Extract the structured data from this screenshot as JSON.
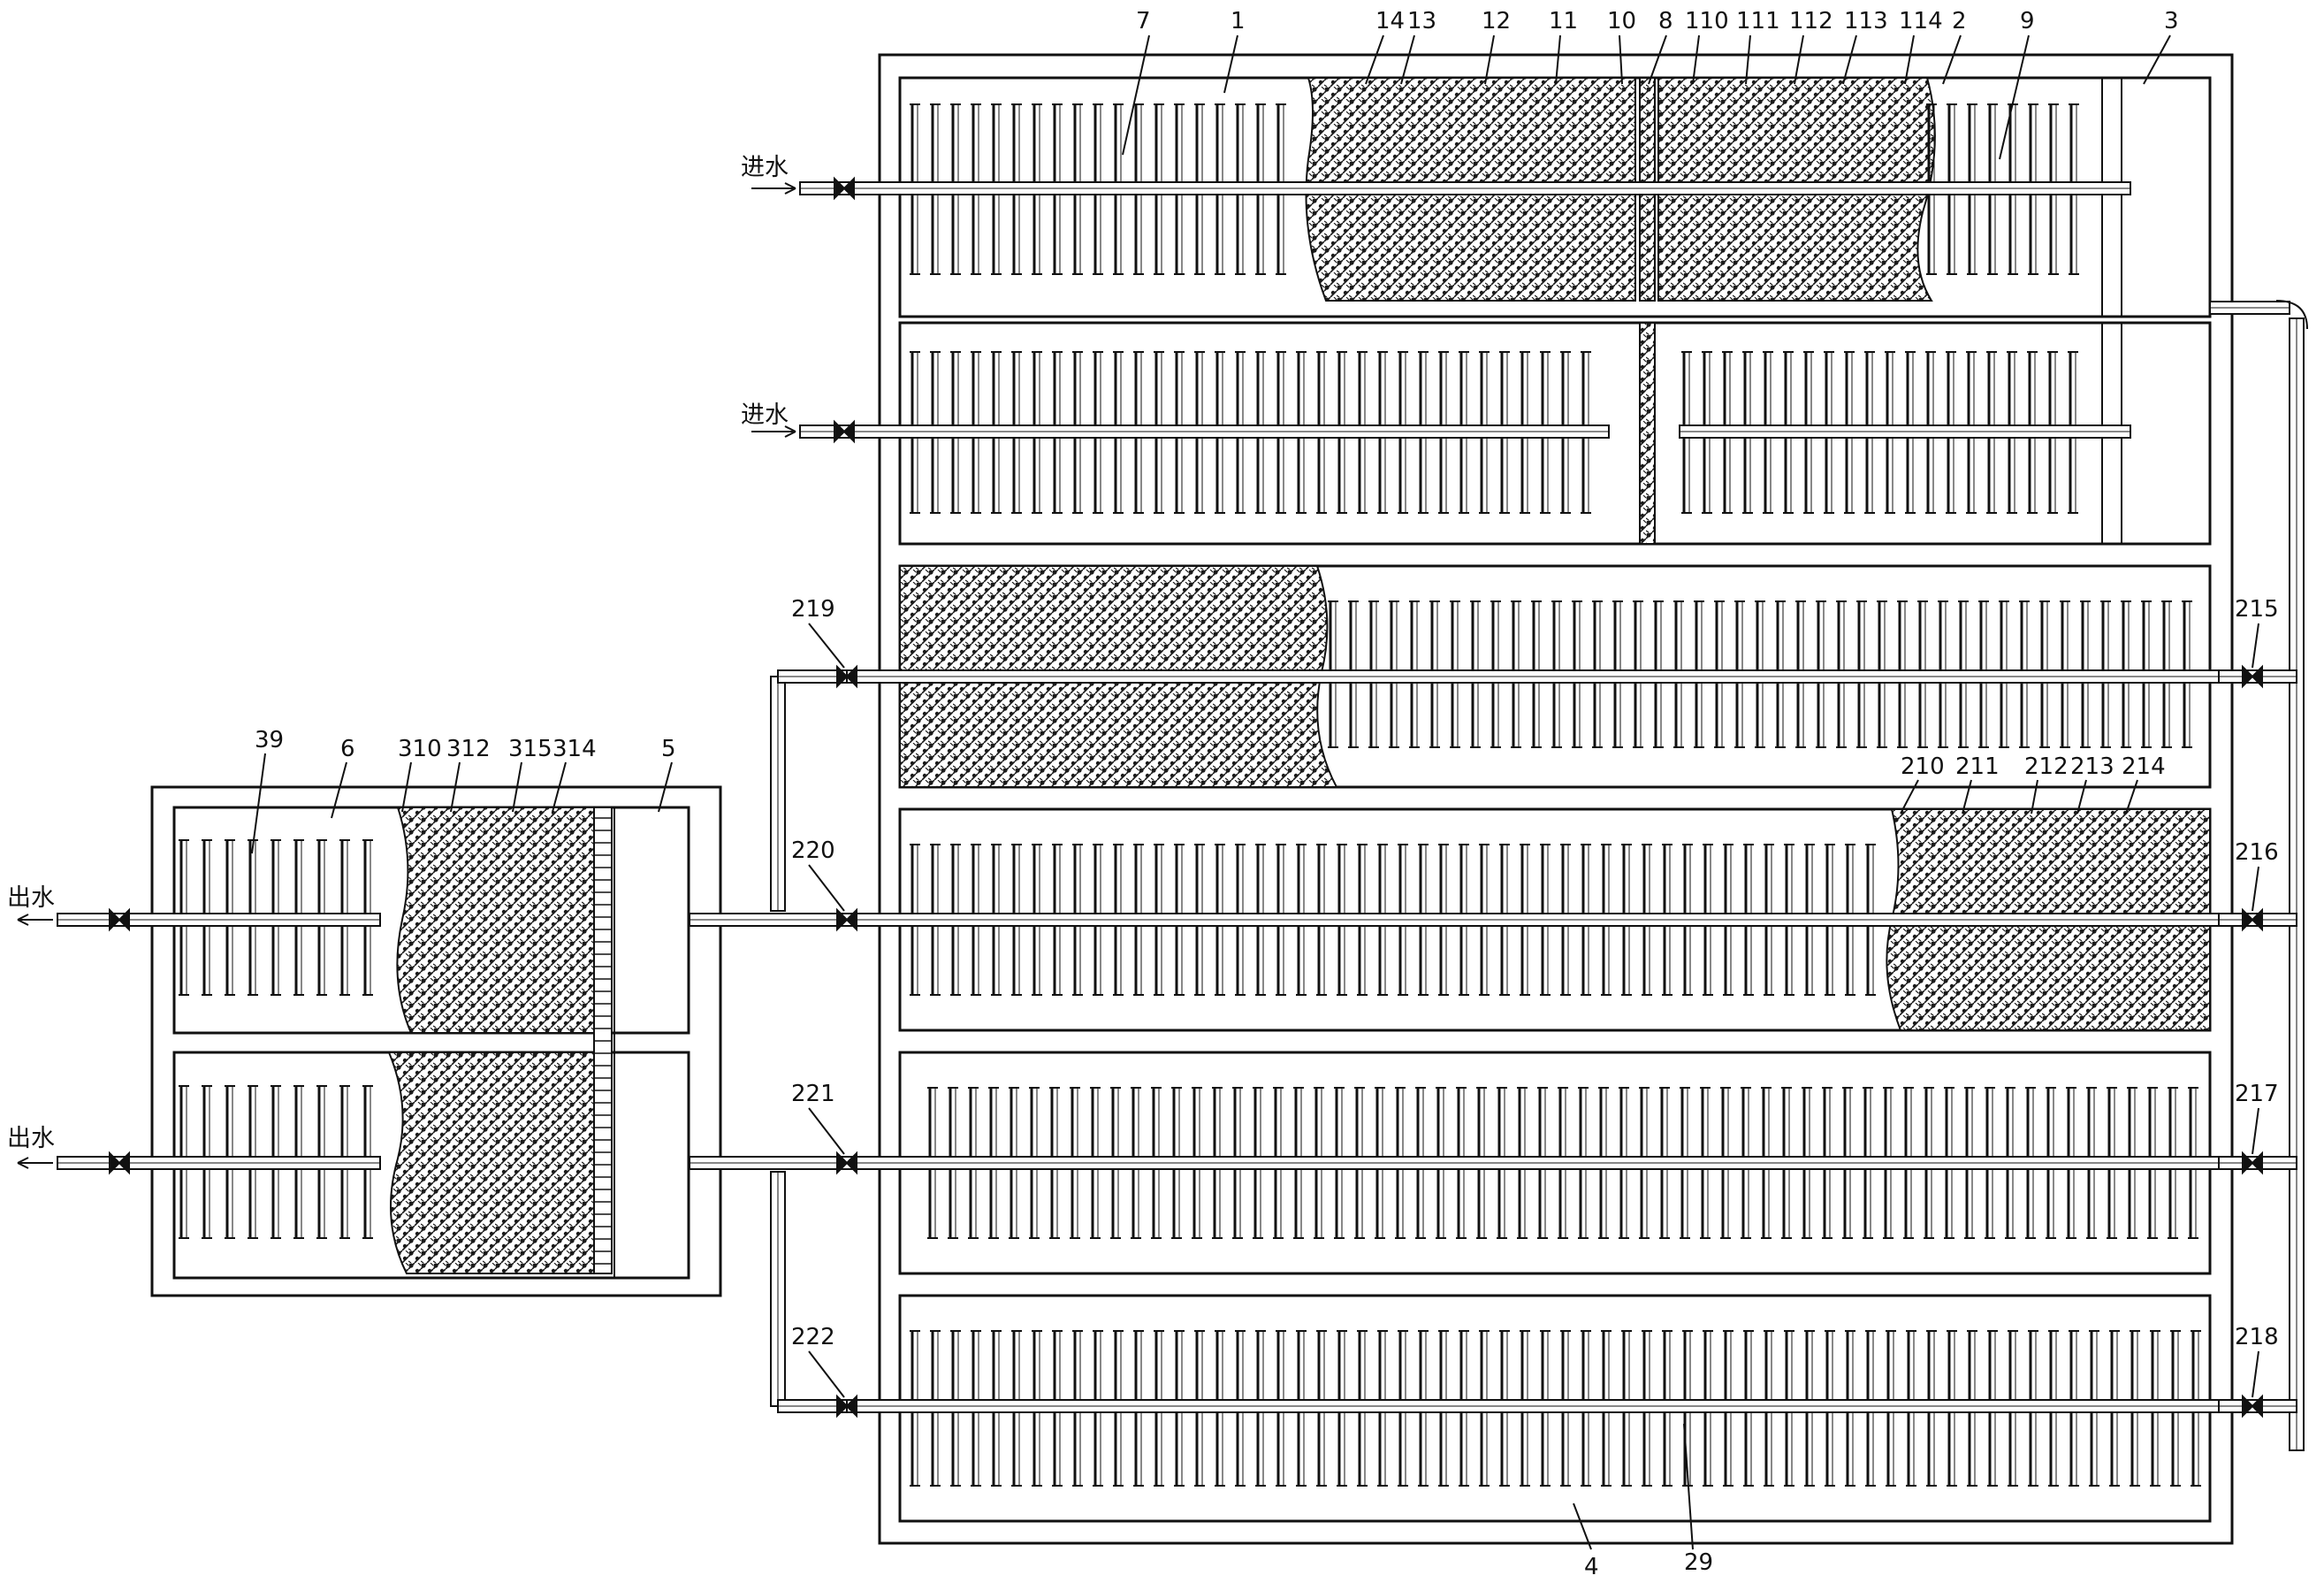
{
  "labels": {
    "inlet": "进水",
    "outlet": "出水"
  },
  "callouts": {
    "main_tank": "1",
    "unit_2": "2",
    "unit_3": "3",
    "unit_4": "4",
    "unit_5": "5",
    "unit_6": "6",
    "part_7": "7",
    "part_8": "8",
    "part_9": "9",
    "part_10": "10",
    "part_11": "11",
    "part_12": "12",
    "part_13": "13",
    "part_14": "14",
    "part_110": "110",
    "part_111": "111",
    "part_112": "112",
    "part_113": "113",
    "part_114": "114",
    "part_29": "29",
    "part_39": "39",
    "part_210": "210",
    "part_211": "211",
    "part_212": "212",
    "part_213": "213",
    "part_214": "214",
    "valve_215": "215",
    "valve_216": "216",
    "valve_217": "217",
    "valve_218": "218",
    "valve_219": "219",
    "valve_220": "220",
    "valve_221": "221",
    "valve_222": "222",
    "part_310": "310",
    "part_312": "312",
    "part_314": "314",
    "part_315": "315"
  },
  "colors": {
    "line": "#111111",
    "media": "#1a1a1a",
    "background": "#ffffff"
  }
}
